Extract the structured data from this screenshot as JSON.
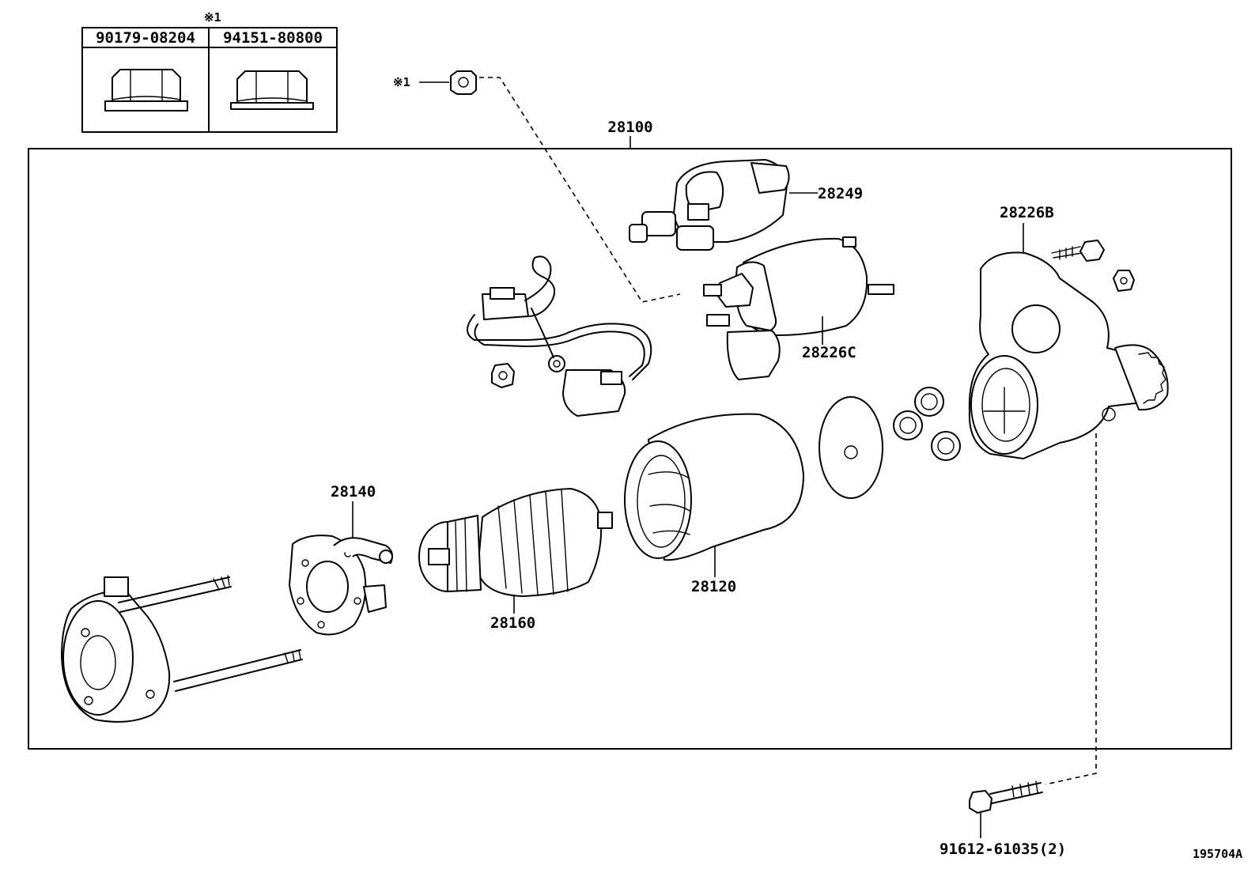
{
  "note_box": {
    "marker": "※1",
    "columns": [
      "90179-08204",
      "94151-80800"
    ]
  },
  "callouts": {
    "nut_marker": "※1",
    "assembly": "28100",
    "solenoid_switch": "28249",
    "field_frame_housing": "28226B",
    "magnetic_switch": "28226C",
    "brush_holder": "28140",
    "armature": "28160",
    "yoke": "28120",
    "through_bolt": "91612-61035(2)"
  },
  "figure_id": "195704A"
}
